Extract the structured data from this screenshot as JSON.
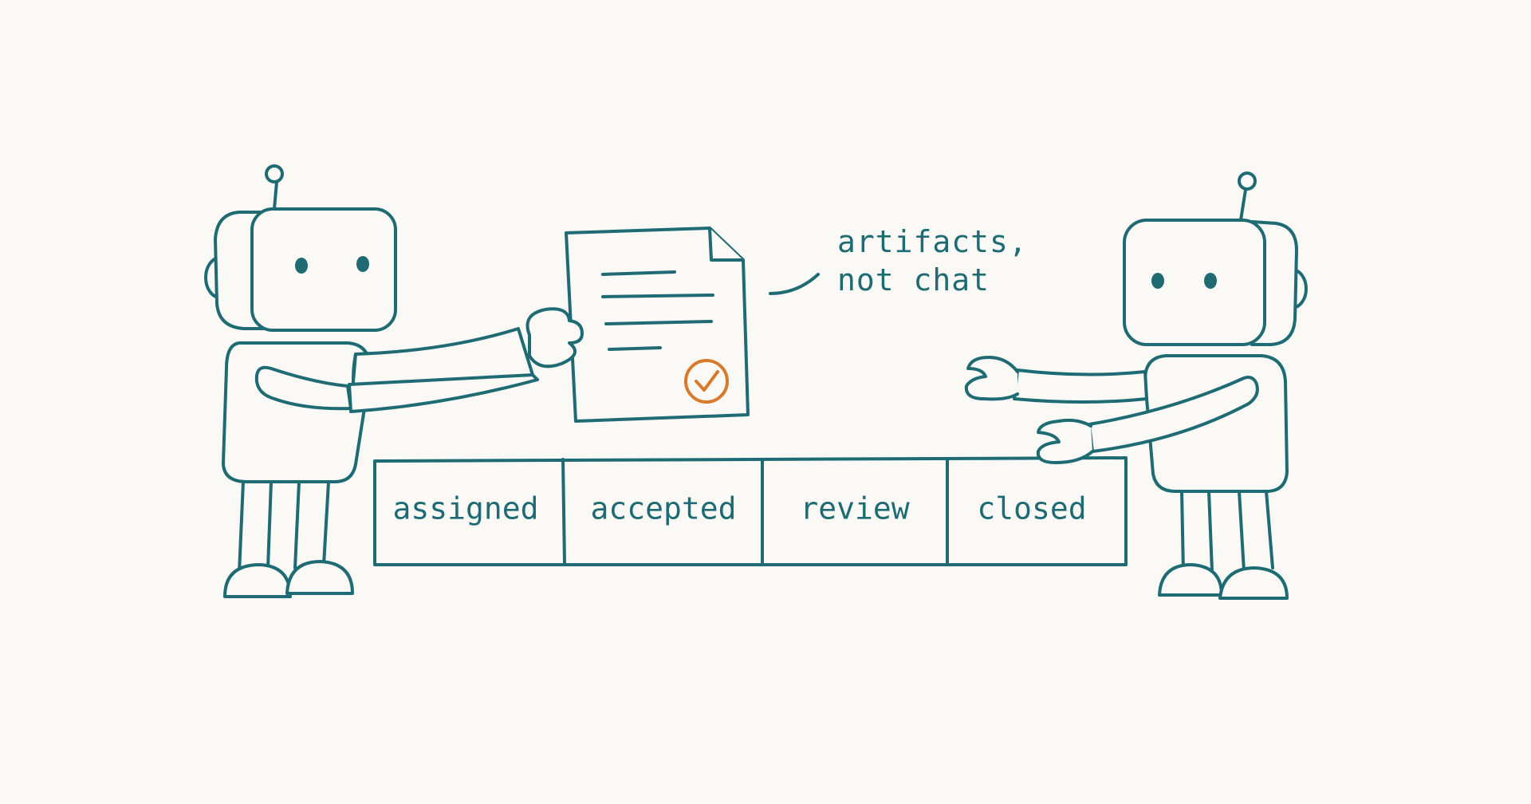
{
  "annotation": {
    "line1": "artifacts,",
    "line2": "not chat"
  },
  "stages": [
    {
      "label": "assigned"
    },
    {
      "label": "accepted"
    },
    {
      "label": "review"
    },
    {
      "label": "closed"
    }
  ],
  "icons": {
    "document": "document-icon",
    "check": "check-circle-icon",
    "robot_left": "robot-icon",
    "robot_right": "robot-icon"
  },
  "colors": {
    "ink": "#1f6b73",
    "accent": "#d97a2b",
    "background": "#faf9f5"
  }
}
